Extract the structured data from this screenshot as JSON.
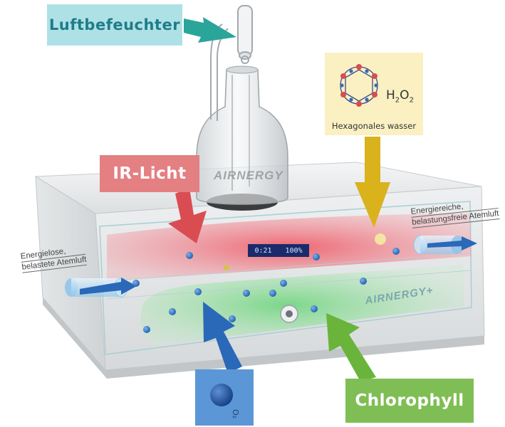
{
  "labels": {
    "humidifier": "Luftbefeuchter",
    "ir_light": "IR-Licht",
    "chlorophyll": "Chlorophyll",
    "hexagonal_water": "Hexagonales wasser",
    "h2o2": {
      "h": "H",
      "sub1": "2",
      "o": "O",
      "sub2": "2"
    },
    "o2": "O₂"
  },
  "airflow": {
    "input": [
      "Energielose,",
      "belastete Atemluft"
    ],
    "output": [
      "Energiereiche,",
      "belastungsfreie Atemluft"
    ]
  },
  "device": {
    "display_time": "0:21",
    "display_percent": "100%",
    "brand_top": "AIRNERGY",
    "brand_front": "AIRNERGY+"
  },
  "colors": {
    "humidifier_box": "#aee1e6",
    "humidifier_arrow": "#2aa59a",
    "ir_box": "#e47f82",
    "ir_arrow": "#d94d52",
    "chlorophyll_box": "#7fbe55",
    "chlorophyll_arrow": "#6ab43c",
    "hex_box": "#faf0c2",
    "hex_arrow": "#d9b21c",
    "o2_box": "#5b97d6",
    "o2_arrow": "#2a68b8"
  }
}
